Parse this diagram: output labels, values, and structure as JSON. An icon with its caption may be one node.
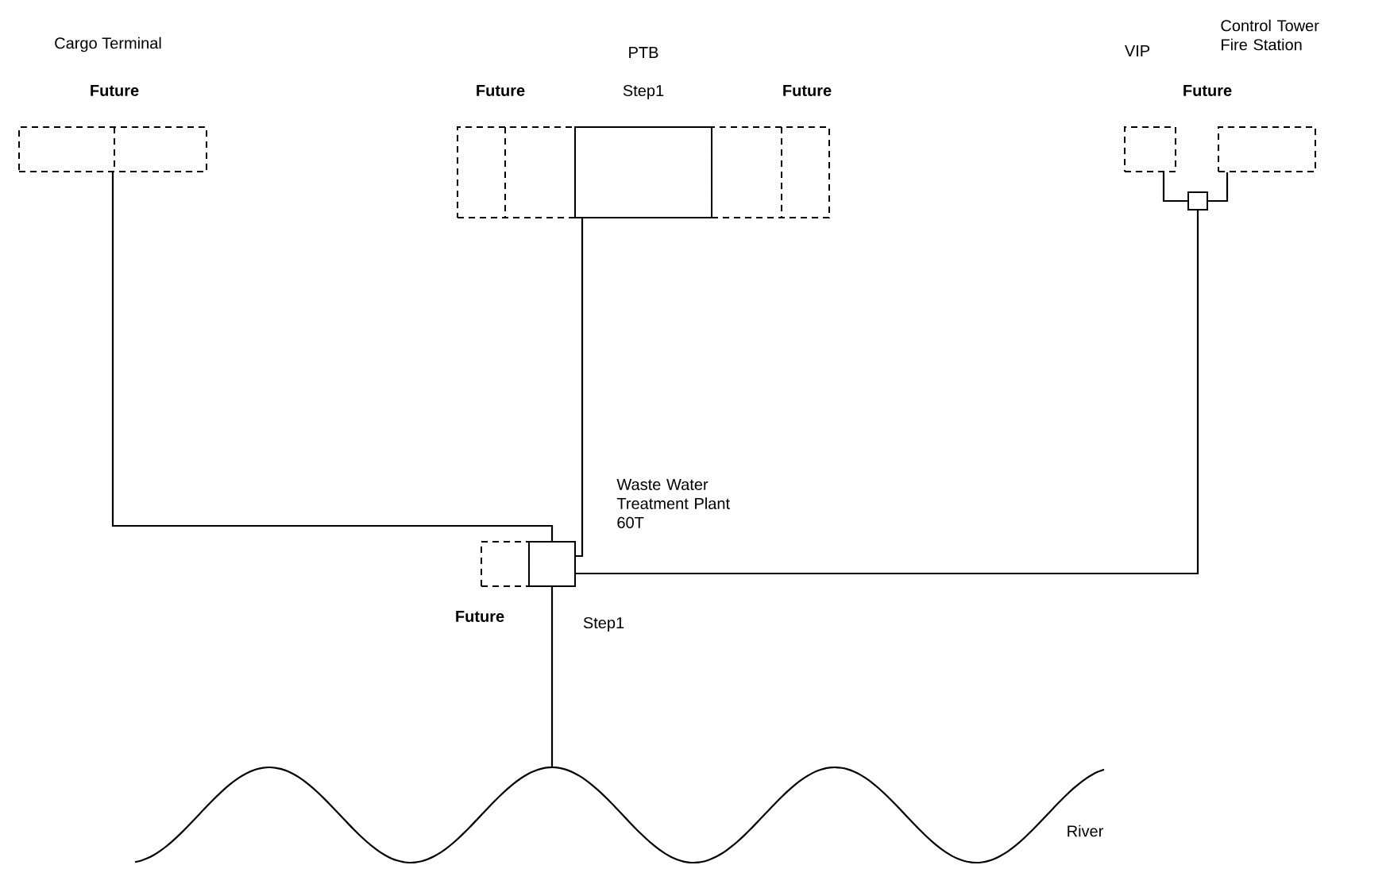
{
  "diagram": {
    "nodes": [
      {
        "text": [
          "Cargo Terminal",
          "Future"
        ]
      },
      {
        "text": [
          "PTB",
          "Step1"
        ]
      },
      {
        "text": [
          "Future"
        ]
      },
      {
        "text": [
          "Future"
        ]
      },
      {
        "text": [
          "VIP"
        ]
      },
      {
        "text": [
          "Control Tower Fire Station"
        ]
      },
      {
        "text": [],
        "shape": "box"
      },
      {
        "text": [
          "Waste Water Treatment Plant 60T",
          "Step1"
        ]
      },
      {
        "text": [
          "Future"
        ]
      },
      {
        "text": [
          "River"
        ]
      }
    ],
    "edges": [
      {
        "from": 0,
        "to": 7,
        "arrow": "none"
      },
      {
        "from": 1,
        "to": 7,
        "arrow": "none"
      },
      {
        "from": 6,
        "to": 7,
        "arrow": "none"
      },
      {
        "from": 6,
        "to": 4,
        "arrow": "none"
      },
      {
        "from": 6,
        "to": 5,
        "arrow": "none"
      },
      {
        "from": 7,
        "to": 9,
        "arrow": "none"
      }
    ],
    "labels": [
      "Future"
    ]
  }
}
